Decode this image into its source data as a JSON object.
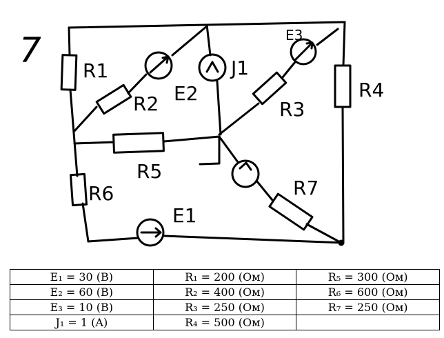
{
  "problem_number": "7",
  "labels": {
    "R1": "R1",
    "R2": "R2",
    "R3": "R3",
    "R4": "R4",
    "R5": "R5",
    "R6": "R6",
    "R7": "R7",
    "E1": "E1",
    "E2": "E2",
    "E3": "E3",
    "J1": "J1"
  },
  "table": {
    "rows": [
      [
        "E₁ = 30 (B)",
        "R₁ = 200 (Ом)",
        "R₅ = 300 (Ом)"
      ],
      [
        "E₂ = 60 (B)",
        "R₂ = 400 (Ом)",
        "R₆ = 600 (Ом)"
      ],
      [
        "E₃ = 10 (B)",
        "R₃ = 250 (Ом)",
        "R₇ = 250 (Ом)"
      ],
      [
        "J₁ = 1 (A)",
        "R₄ = 500 (Ом)",
        ""
      ]
    ]
  }
}
